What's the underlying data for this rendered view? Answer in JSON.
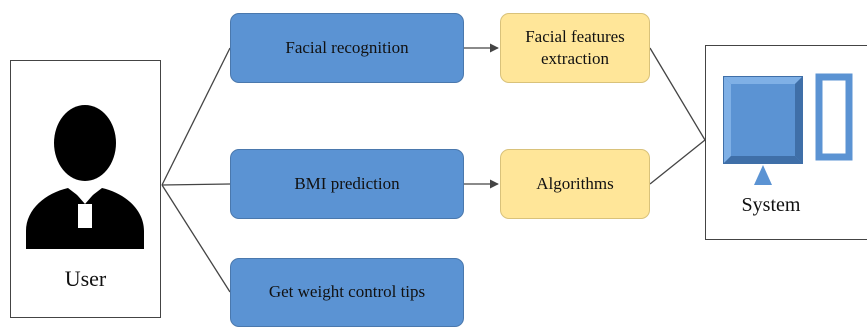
{
  "user": {
    "label": "User",
    "icon": "person-icon"
  },
  "processes": {
    "facial_recognition": "Facial recognition",
    "bmi_prediction": "BMI prediction",
    "weight_tips": "Get weight control tips"
  },
  "steps": {
    "feature_extraction": "Facial features extraction",
    "algorithms": "Algorithms"
  },
  "system": {
    "label": "System",
    "icon": "computer-icon"
  },
  "colors": {
    "process_fill": "#5b93d3",
    "step_fill": "#ffe699",
    "monitor_fill": "#5b93d3",
    "line": "#444444"
  }
}
